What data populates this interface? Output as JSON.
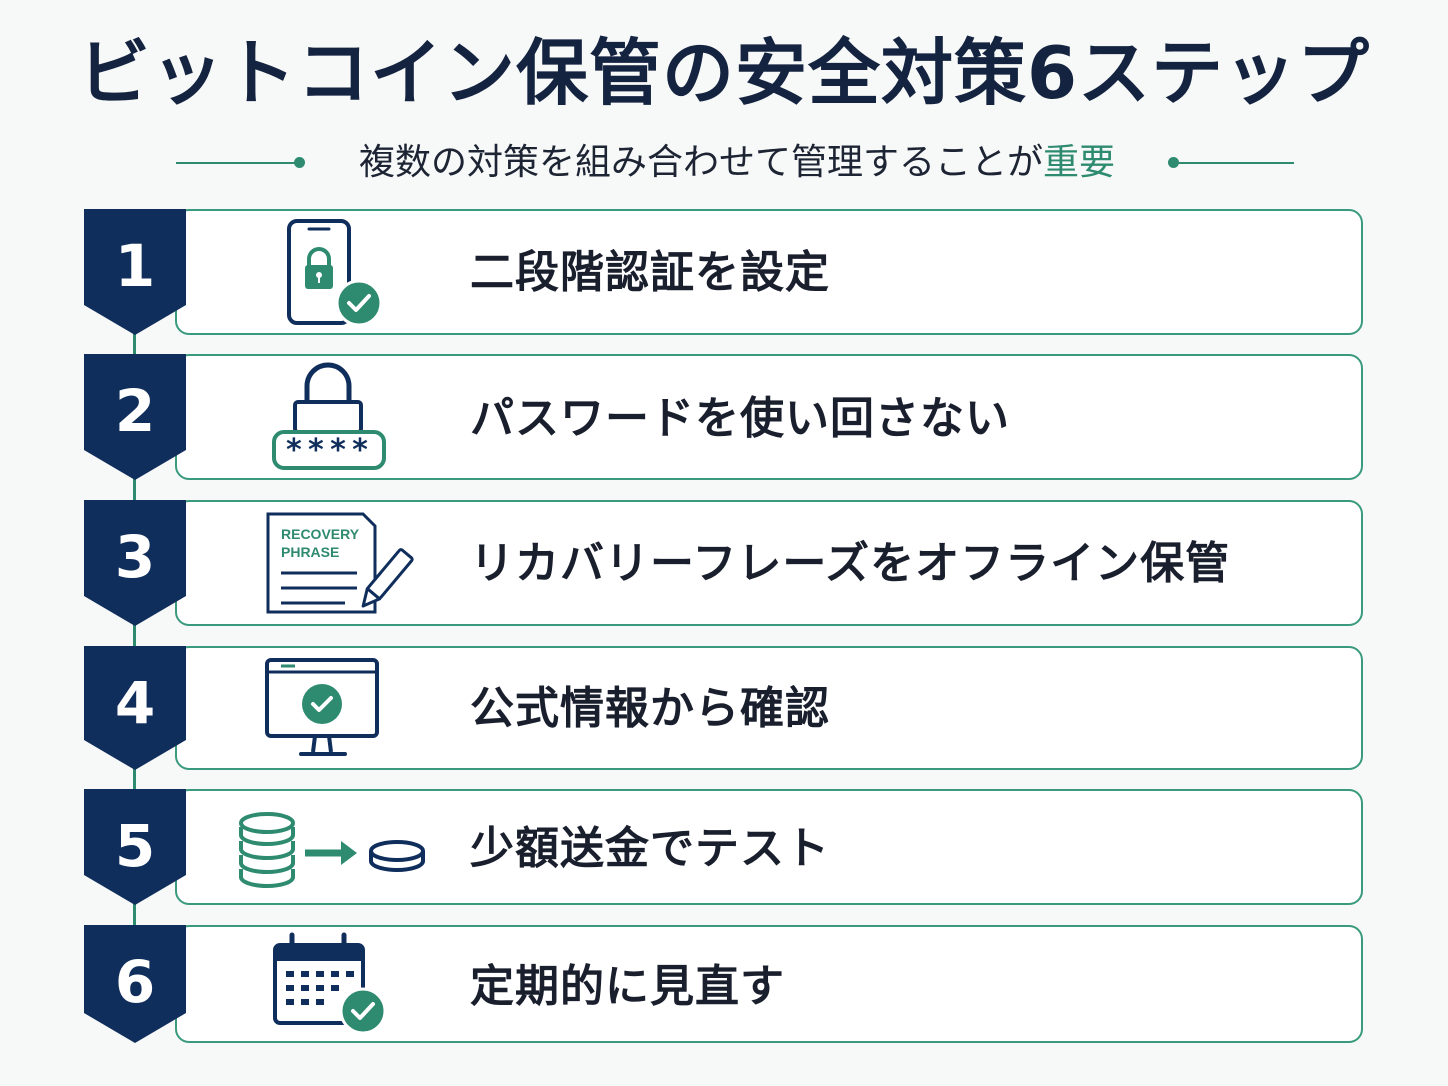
{
  "title": "ビットコイン保管の安全対策6ステップ",
  "subtitle": {
    "text": "複数の対策を組み合わせて管理することが",
    "accent": "重要"
  },
  "colors": {
    "navy": "#102e5c",
    "green": "#2e8b6f",
    "card_border": "#3a9a7d"
  },
  "steps": [
    {
      "number": "1",
      "label": "二段階認証を設定",
      "icon": "smartphone-lock-check-icon"
    },
    {
      "number": "2",
      "label": "パスワードを使い回さない",
      "icon": "padlock-password-field-icon",
      "password_mask": "****"
    },
    {
      "number": "3",
      "label": "リカバリーフレーズをオフライン保管",
      "icon": "recovery-phrase-document-pen-icon",
      "doc_line1": "RECOVERY",
      "doc_line2": "PHRASE"
    },
    {
      "number": "4",
      "label": "公式情報から確認",
      "icon": "monitor-check-icon"
    },
    {
      "number": "5",
      "label": "少額送金でテスト",
      "icon": "coins-transfer-icon"
    },
    {
      "number": "6",
      "label": "定期的に見直す",
      "icon": "calendar-check-icon"
    }
  ]
}
